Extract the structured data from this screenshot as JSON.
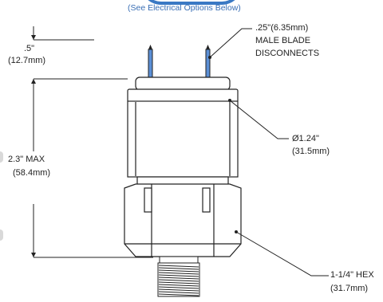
{
  "header": {
    "note": "(See Electrical Options Below)"
  },
  "dimensions": {
    "blade_height_in": ".5\"",
    "blade_height_mm": "(12.7mm)",
    "overall_max_in": "2.3\" MAX",
    "overall_max_mm": "(58.4mm)"
  },
  "callouts": {
    "blade_size": ".25\"(6.35mm)",
    "blade_type_line1": "MALE BLADE",
    "blade_type_line2": "DISCONNECTS",
    "diameter_in": "Ø1.24\"",
    "diameter_mm": "(31.5mm)",
    "hex_in": "1-1/4\" HEX",
    "hex_mm": "(31.7mm)"
  },
  "colors": {
    "accent": "#3a6fb5",
    "line": "#222222",
    "terminal": "#5b8fd6"
  }
}
